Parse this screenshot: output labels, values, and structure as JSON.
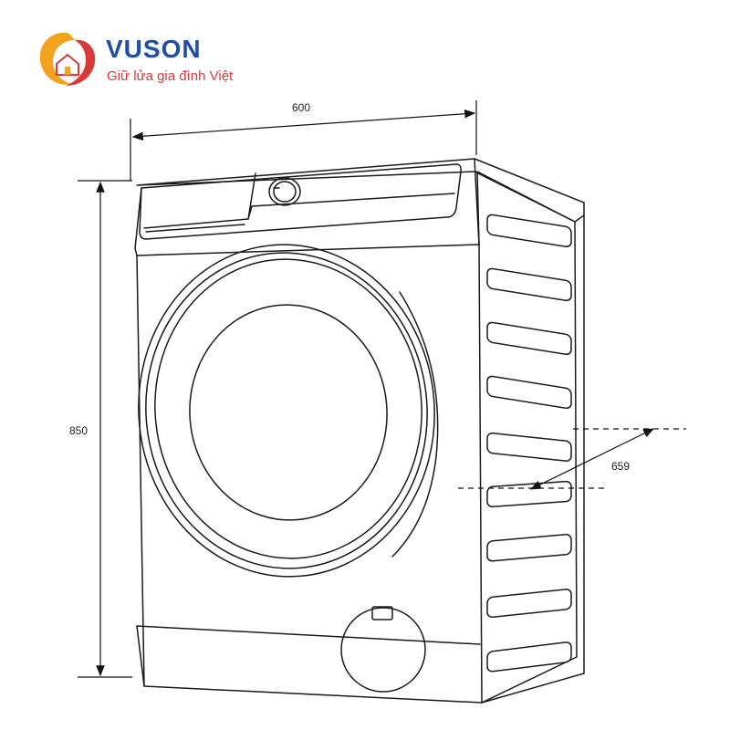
{
  "brand": {
    "name": "VUSON",
    "tagline": "Giữ lửa gia đình Việt",
    "colors": {
      "primary": "#1f4ea8",
      "accent": "#d83a3a",
      "logo_orange": "#f2a21b"
    }
  },
  "dimensions": {
    "width": "600",
    "height": "850",
    "depth": "659"
  },
  "icons": [
    "vuson-logo-icon"
  ]
}
